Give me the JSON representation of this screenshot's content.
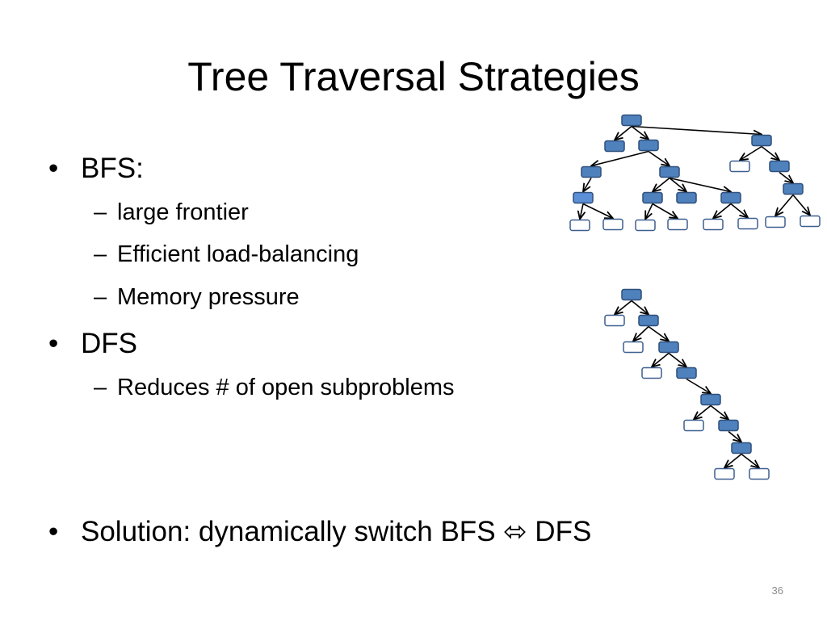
{
  "slide": {
    "title": "Tree Traversal Strategies",
    "page_number": "36"
  },
  "bullets": [
    {
      "marker": "•",
      "text": "BFS:",
      "children": [
        {
          "marker": "–",
          "text": "large frontier"
        },
        {
          "marker": "–",
          "text": "Efficient load-balancing"
        },
        {
          "marker": "–",
          "text": "Memory pressure"
        }
      ]
    },
    {
      "marker": "•",
      "text": "DFS",
      "children": [
        {
          "marker": "–",
          "text": "Reduces # of open subproblems"
        }
      ]
    },
    {
      "marker": "•",
      "text": "Solution: dynamically switch BFS ⬄ DFS",
      "children": []
    }
  ],
  "colors": {
    "node_filled": "#4f81bd",
    "node_filled_light": "#5b8fd6",
    "node_border": "#2f4f7a",
    "node_empty_fill": "#ffffff",
    "node_empty_border": "#3d5f8f",
    "edge": "#000000"
  }
}
